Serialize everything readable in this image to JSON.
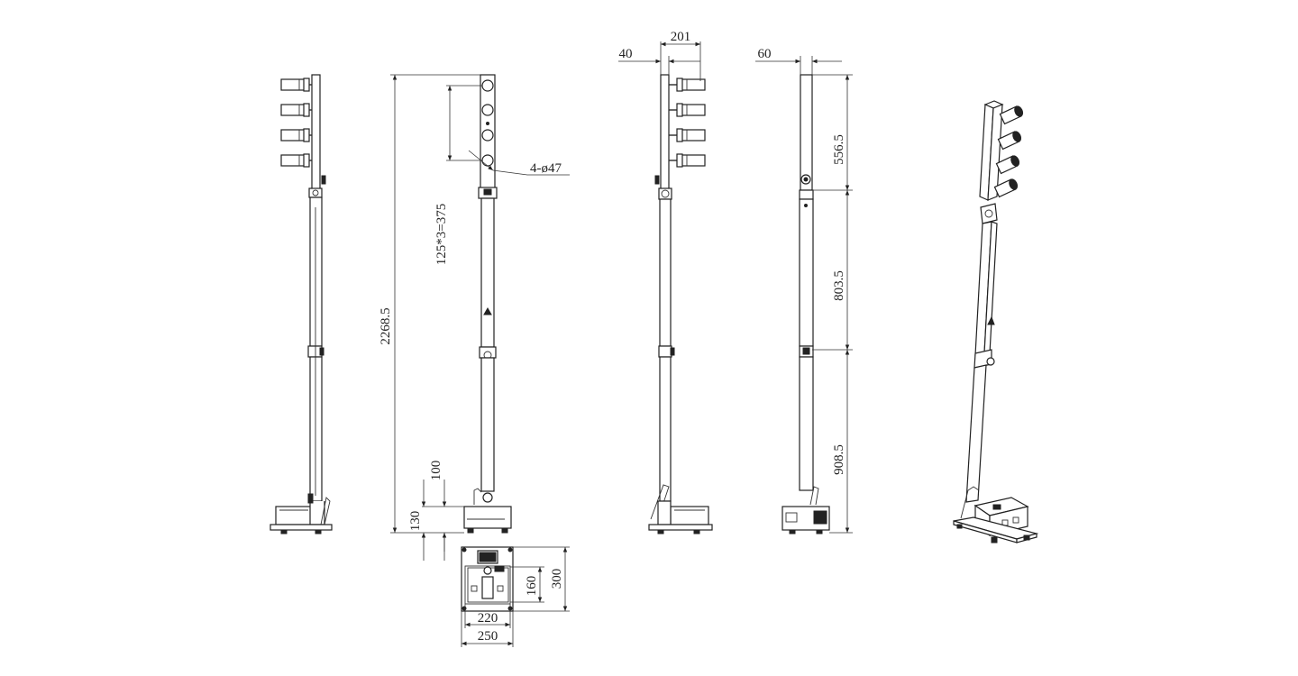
{
  "dimensions": {
    "total_height": "2268.5",
    "lamp_spacing": "125*3=375",
    "lamp_holes": "4-ø47",
    "base_clearance": "100",
    "base_height": "130",
    "base_depth": "300",
    "base_inner_depth": "160",
    "base_inner_width": "220",
    "base_width": "250",
    "pole_offset": "40",
    "lamp_reach": "201",
    "pole_width": "60",
    "top_section": "556.5",
    "mid_section": "803.5",
    "bottom_section": "908.5"
  }
}
